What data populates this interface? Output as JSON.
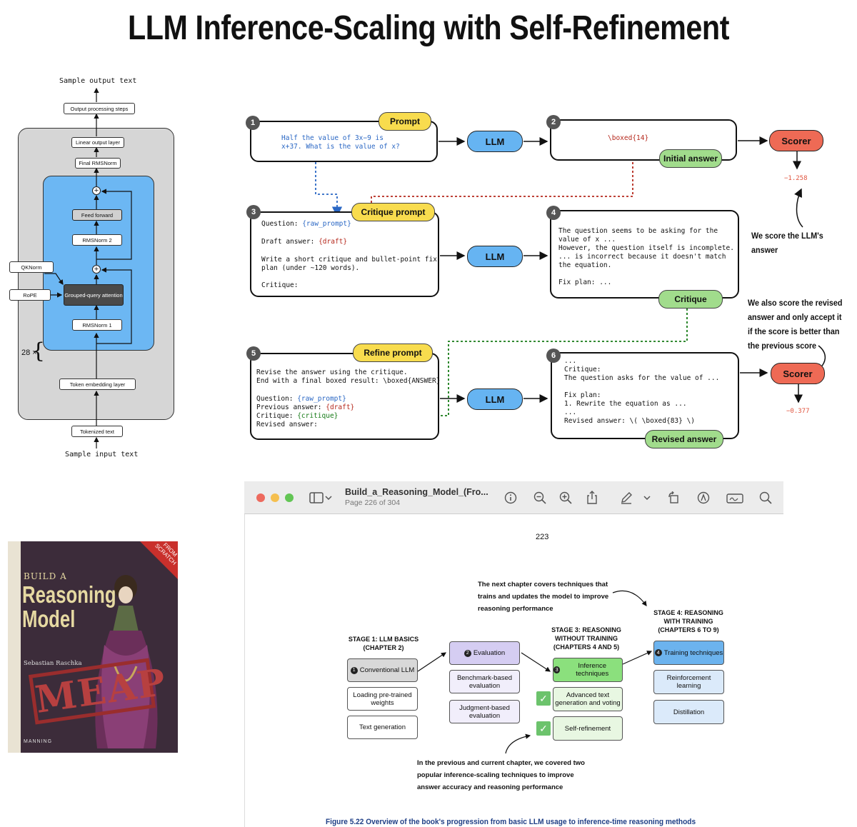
{
  "title": "LLM Inference-Scaling with Self-Refinement",
  "architecture": {
    "output_text": "Sample output text",
    "output_processing": "Output processing steps",
    "linear_output": "Linear output layer",
    "final_norm": "Final RMSNorm",
    "feed_forward": "Feed forward",
    "rmsnorm2": "RMSNorm 2",
    "attention": "Grouped-query attention",
    "rmsnorm1": "RMSNorm 1",
    "qknorm": "QKNorm",
    "rope": "RoPE",
    "repeat": "28 ×",
    "plus": "+",
    "token_embedding": "Token embedding layer",
    "tokenized": "Tokenized text",
    "input_text": "Sample input text"
  },
  "flow": {
    "steps": [
      "1",
      "2",
      "3",
      "4",
      "5",
      "6"
    ],
    "llm_label": "LLM",
    "scorer_label": "Scorer",
    "prompt_label": "Prompt",
    "prompt_text": "Half the value of 3x−9 is\nx+37. What is the value of x?",
    "initial_answer_label": "Initial answer",
    "initial_answer_text": "\\boxed{14}",
    "score1": "−1.258",
    "note1": [
      "We score the LLM's",
      "answer"
    ],
    "critique_prompt_label": "Critique prompt",
    "cp_question_prefix": "Question: ",
    "cp_question_var": "{raw_prompt}",
    "cp_draft_prefix": "Draft answer: ",
    "cp_draft_var": "{draft}",
    "cp_instruction": "Write a short critique and bullet-point fix\nplan (under ~120 words).",
    "cp_critique": "Critique:",
    "critique_label": "Critique",
    "critique_text": "The question seems to be asking for the\nvalue of x ...\nHowever, the question itself is incomplete.\n... is incorrect because it doesn't match\nthe equation.\n\nFix plan: ...",
    "refine_prompt_label": "Refine prompt",
    "rp_intro": "Revise the answer using the critique.\nEnd with a final boxed result: \\boxed{ANSWER}",
    "rp_question_prefix": "Question: ",
    "rp_question_var": "{raw_prompt}",
    "rp_prev_prefix": "Previous answer: ",
    "rp_prev_var": "{draft}",
    "rp_critique_prefix": "Critique: ",
    "rp_critique_var": "{critique}",
    "rp_revised": "Revised answer:",
    "revised_label": "Revised answer",
    "revised_text": "...\nCritique:\nThe question asks for the value of ...\n\nFix plan:\n1. Rewrite the equation as ...\n...\nRevised answer: \\( \\boxed{83} \\)",
    "score2": "−0.377",
    "note2": [
      "We also score the revised",
      "answer and only accept it",
      "if the score is better than",
      "the previous score"
    ]
  },
  "book": {
    "build_a": "BUILD A",
    "reasoning": "Reasoning",
    "model": "Model",
    "author": "Sebastian Raschka",
    "badge": "FROM\nSCRATCH",
    "meap": "MEAP",
    "publisher": "MANNING"
  },
  "viewer": {
    "file_name": "Build_a_Reasoning_Model_(Fro...",
    "page_info": "Page 226 of 304",
    "page_number": "223",
    "note_top": [
      "The next chapter covers techniques that",
      "trains and updates the model to improve",
      "reasoning performance"
    ],
    "stage1": [
      "STAGE 1: LLM BASICS",
      "(CHAPTER 2)"
    ],
    "stage3": [
      "STAGE 3: REASONING",
      "WITHOUT TRAINING",
      "(CHAPTERS 4 AND 5)"
    ],
    "stage4": [
      "STAGE 4: REASONING",
      "WITH TRAINING",
      "(CHAPTERS 6 TO 9)"
    ],
    "box_conventional": "Conventional LLM",
    "box_loading": "Loading pre-trained weights",
    "box_textgen": "Text generation",
    "box_evaluation": "Evaluation",
    "box_benchmark": "Benchmark-based evaluation",
    "box_judgment": "Judgment-based evaluation",
    "box_inference": "Inference techniques",
    "box_advanced": "Advanced text generation and voting",
    "box_selfref": "Self-refinement",
    "box_training": "Training techniques",
    "box_rl": "Reinforcement learning",
    "box_distill": "Distillation",
    "badge1": "1",
    "badge2": "2",
    "badge3": "3",
    "badge4": "4",
    "note_bottom": [
      "In the previous and current chapter, we covered two",
      "popular inference-scaling techniques to improve",
      "answer accuracy and reasoning performance"
    ],
    "caption": "Figure 5.22 Overview of the book's progression from basic LLM usage to inference-time reasoning methods"
  },
  "colors": {
    "llm": "#66b4f2",
    "scorer": "#ee6a55",
    "prompt": "#f8dc4e",
    "answer": "#a1dc8c",
    "blue_var": "#2a67c4",
    "red_var": "#b5281c",
    "green_var": "#157a16"
  }
}
